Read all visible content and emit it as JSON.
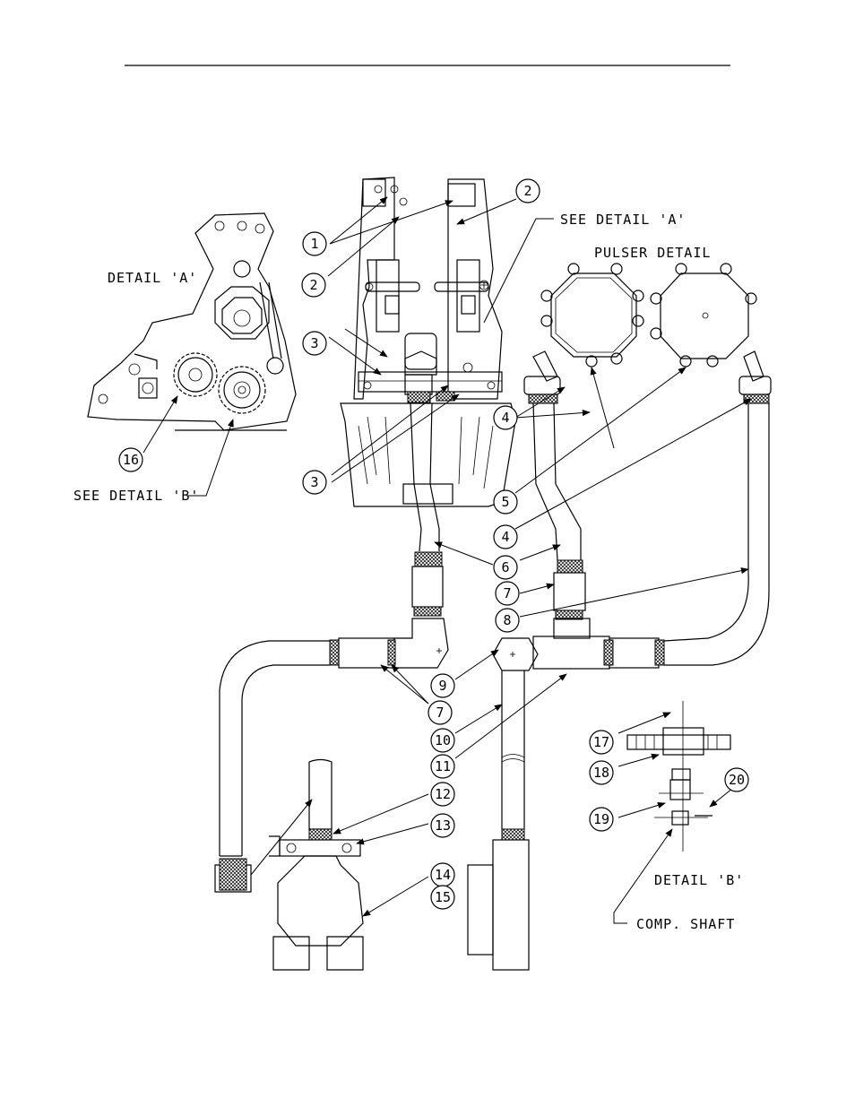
{
  "labels": {
    "detail_a": "DETAIL 'A'",
    "see_detail_a": "SEE DETAIL 'A'",
    "see_detail_b": "SEE DETAIL 'B'",
    "pulser_detail": "PULSER DETAIL",
    "detail_b": "DETAIL 'B'",
    "comp_shaft": "COMP. SHAFT"
  },
  "callouts": [
    "1",
    "2",
    "2",
    "3",
    "3",
    "4",
    "4",
    "5",
    "6",
    "7",
    "7",
    "8",
    "9",
    "10",
    "11",
    "12",
    "13",
    "14",
    "15",
    "16",
    "17",
    "18",
    "19",
    "20"
  ]
}
